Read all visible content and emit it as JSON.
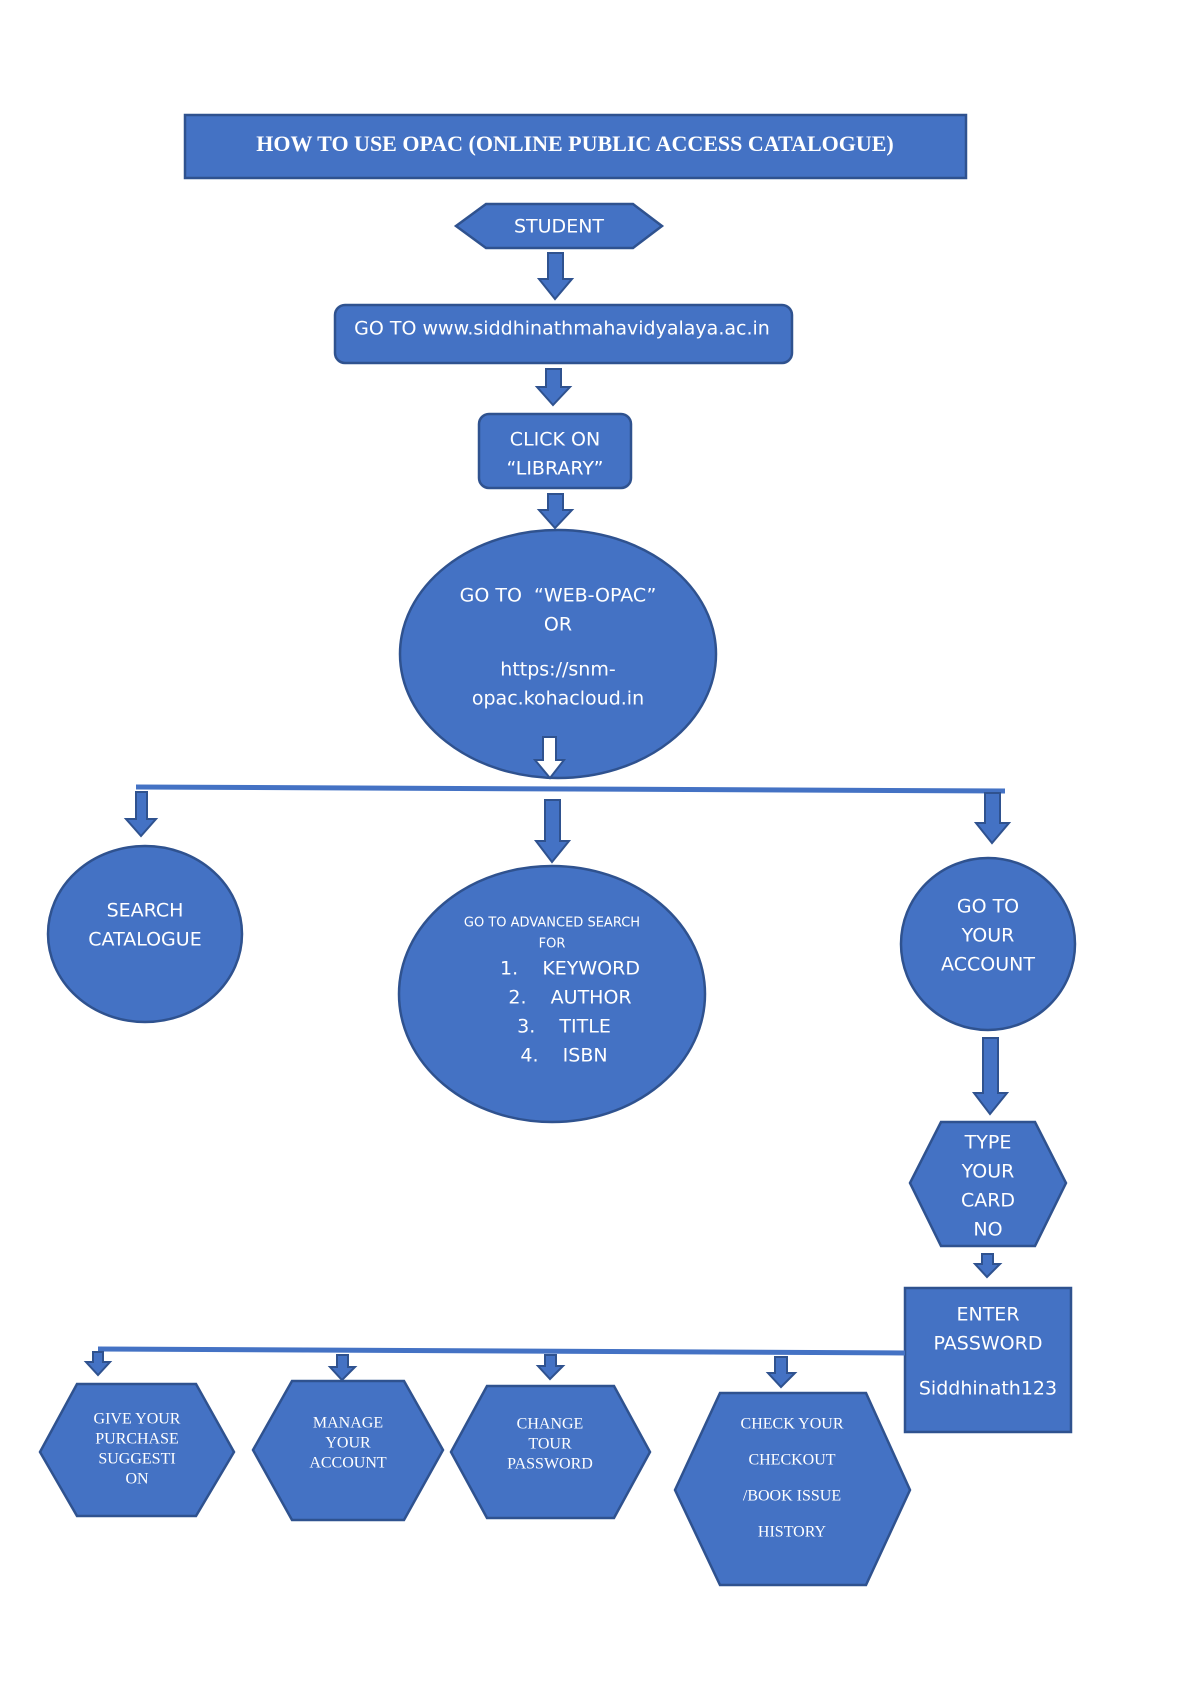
{
  "title": "HOW TO USE OPAC (ONLINE PUBLIC ACCESS CATALOGUE)",
  "colors": {
    "fill": "#4472C4",
    "stroke": "#2F528F",
    "text": "#ffffff"
  },
  "nodes": {
    "student": "STUDENT",
    "website": "GO TO www.siddhinathmahavidyalaya.ac.in",
    "library": [
      "CLICK ON",
      "“LIBRARY”"
    ],
    "webopac": [
      "GO TO  “WEB-OPAC”",
      "OR",
      "https://snm-",
      "opac.kohacloud.in"
    ],
    "search_catalogue": [
      "SEARCH",
      "CATALOGUE"
    ],
    "advanced_search": {
      "heading": [
        "GO TO ADVANCED SEARCH",
        "FOR"
      ],
      "items": [
        "1.    KEYWORD",
        "2.    AUTHOR",
        "3.    TITLE",
        "4.    ISBN"
      ]
    },
    "account": [
      "GO TO",
      "YOUR",
      "ACCOUNT"
    ],
    "card": [
      "TYPE",
      "YOUR",
      "CARD",
      "NO"
    ],
    "password": [
      "ENTER",
      "PASSWORD",
      "Siddhinath123"
    ],
    "purchase": [
      "GIVE YOUR",
      "PURCHASE",
      "SUGGESTI",
      "ON"
    ],
    "manage": [
      "MANAGE",
      "YOUR",
      "ACCOUNT"
    ],
    "change_password": [
      "CHANGE",
      "TOUR",
      "PASSWORD"
    ],
    "checkout": [
      "CHECK YOUR",
      "CHECKOUT",
      "/BOOK ISSUE",
      "HISTORY"
    ]
  }
}
